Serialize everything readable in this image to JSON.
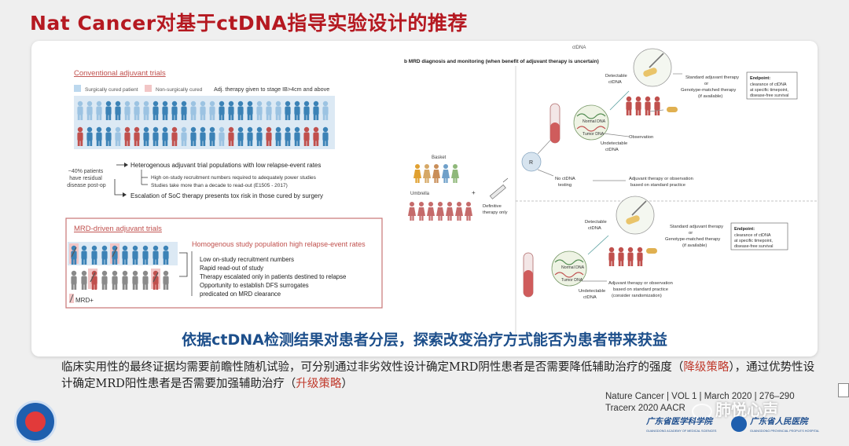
{
  "slide": {
    "title": "Nat Cancer对基于ctDNA指导实验设计的推荐",
    "banner": "依据ctDNA检测结果对患者分层，探索改变治疗方式能否为患者带来获益",
    "body_part1": "临床实用性的最终证据均需要前瞻性随机试验，可分别通过非劣效性设计确定MRD阴性患者是否需要降低辅助治疗的强度（",
    "body_hl1": "降级策略",
    "body_part2": "），通过优势性设计确定MRD阳性患者是否需要加强辅助治疗（",
    "body_hl2": "升级策略",
    "body_part3": "）",
    "ref_line1": "Nature Cancer | VOL 1 | March 2020 | 276–290",
    "ref_line2": "Tracerx 2020 AACR",
    "wechat_label": "肺悦心声",
    "inst1": "广东省医学科学院",
    "inst1_en": "GUANGDONG ACADEMY OF MEDICAL SCIENCES",
    "inst2": "广东省人民医院",
    "inst2_en": "GUANGDONG PROVINCIAL PEOPLE'S HOSPITAL"
  },
  "figure_left": {
    "conv_title": "Conventional adjuvant trials",
    "legend_surgical": "Surgically cured patient",
    "legend_nonsurgical": "Non-surgically cured",
    "legend_adj": "Adj. therapy given to stage IB>4cm and above",
    "residual_note": [
      "~40% patients",
      "have residual",
      "disease post-op"
    ],
    "hetero": "Heterogenous adjuvant trial populations with low relapse-event rates",
    "hetero_b1": "High on-study recruitment numbers required to adequately power studies",
    "hetero_b2": "Studies take more than a decade to read-out (E1505 - 2017)",
    "escalation": "Escalation of SoC therapy presents tox risk in those cured by surgery",
    "mrd_title": "MRD-driven adjuvant trials",
    "homog": "Homogenous study population high relapse-event rates",
    "mrd_b1": "Low on-study recruitment numbers",
    "mrd_b2": "Rapid read-out of study",
    "mrd_b3": "Therapy escalated only in patients destined to relapse",
    "mrd_b4": "Opportunity to establish DFS surrogates",
    "mrd_b5": "predicated on MRD clearance",
    "mrd_plus": "MRD+"
  },
  "figure_right": {
    "top_ctdna": "ctDNA",
    "panel_b": "b  MRD diagnosis and monitoring (when benefit of adjuvant therapy is uncertain)",
    "basket": "Basket",
    "umbrella": "Umbrella",
    "definitive": "Definitive",
    "therapy_only": "therapy only",
    "r_label": "R",
    "no_ctdna": "No ctDNA",
    "testing": "testing",
    "adj_or_obs": "Adjuvant therapy or observation",
    "based_std": "based on standard practice",
    "detectable": "Detectable",
    "ctdna": "ctDNA",
    "undetectable": "Undetectable",
    "normal_dna": "Normal DNA",
    "tumor_dna": "Tumor DNA",
    "observation": "Observation",
    "std_adj": "Standard adjuvant therapy",
    "or": "or",
    "genotype": "Genotype-matched therapy",
    "if_avail": "(if available)",
    "endpoint": "Endpoint:",
    "endpoint_l1": "clearance of ctDNA",
    "endpoint_l2": "at specific timepoint,",
    "endpoint_l3": "disease-free survival",
    "endpoint_l3b": "disease-free survival",
    "adj_or_obs2": "Adjuvant therapy or observation",
    "based_std2": "based on standard practice",
    "consider_rand": "(consider randomization)"
  },
  "colors": {
    "title_red": "#b51921",
    "banner_blue": "#1d4f8b",
    "highlight_red": "#c0392b",
    "blue_person": "#3b82b6",
    "red_person": "#c0504d",
    "grey_person": "#8a8a8a"
  }
}
